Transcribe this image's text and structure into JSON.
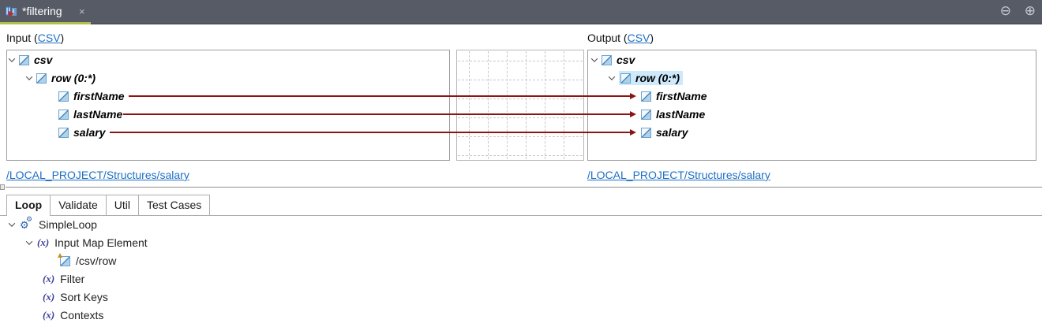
{
  "tab_bar": {
    "active_tab_label": "*filtering",
    "close_icon": "×",
    "accent_color": "#b2bf4b",
    "background_color": "#565b66"
  },
  "window_controls": {
    "minimize_icon": "⊖",
    "maximize_icon": "⊕"
  },
  "mapper": {
    "line_color": "#8b1414",
    "input": {
      "title_prefix": "Input (",
      "format_link": "CSV",
      "title_suffix": ")",
      "structure_link": "/LOCAL_PROJECT/Structures/salary",
      "tree": [
        {
          "label": "csv"
        },
        {
          "label": "row (0:*)"
        },
        {
          "label": "firstName"
        },
        {
          "label": "lastName"
        },
        {
          "label": "salary"
        }
      ]
    },
    "output": {
      "title_prefix": "Output (",
      "format_link": "CSV",
      "title_suffix": ")",
      "structure_link": "/LOCAL_PROJECT/Structures/salary",
      "selected_node": "row (0:*)",
      "selection_color": "#cde9fb",
      "tree": [
        {
          "label": "csv"
        },
        {
          "label": "row (0:*)"
        },
        {
          "label": "firstName"
        },
        {
          "label": "lastName"
        },
        {
          "label": "salary"
        }
      ]
    }
  },
  "bottom": {
    "tabs": [
      {
        "label": "Loop",
        "active": true
      },
      {
        "label": "Validate",
        "active": false
      },
      {
        "label": "Util",
        "active": false
      },
      {
        "label": "Test Cases",
        "active": false
      }
    ],
    "function_icon_text": "(x)",
    "gear_icon_glyph": "⚙",
    "tree": [
      {
        "label": "SimpleLoop"
      },
      {
        "label": "Input Map Element"
      },
      {
        "label": "/csv/row"
      },
      {
        "label": "Filter"
      },
      {
        "label": "Sort Keys"
      },
      {
        "label": "Contexts"
      }
    ]
  }
}
